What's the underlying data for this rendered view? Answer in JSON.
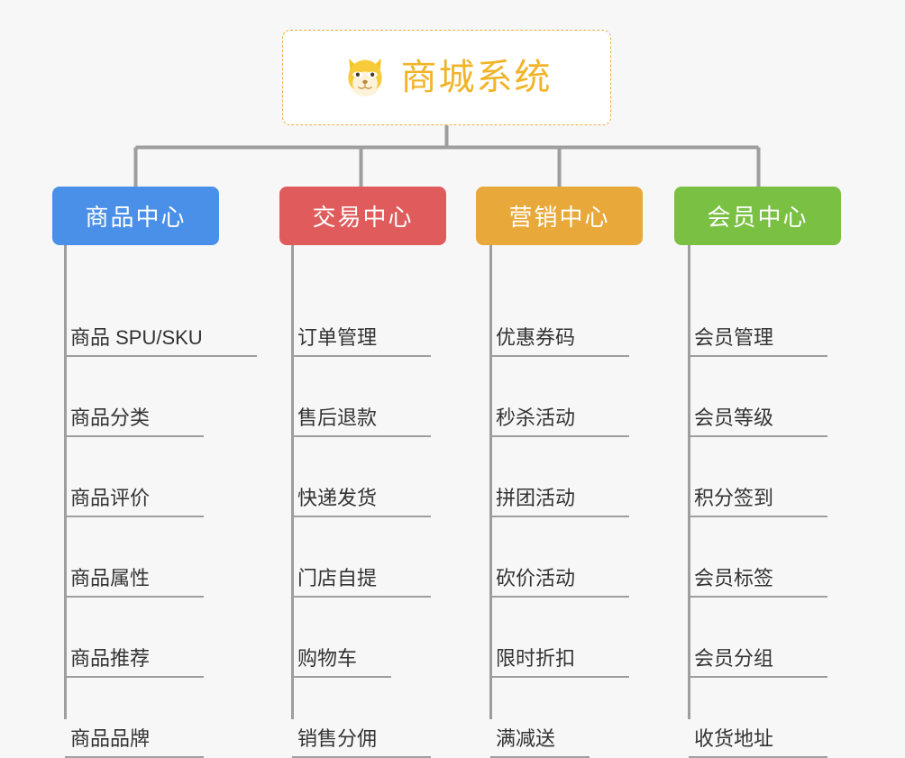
{
  "page": {
    "background_color": "#f7f7f7",
    "type": "mindmap"
  },
  "root": {
    "title": "商城系统",
    "icon": "shiba-dog-icon",
    "text_color": "#f0b429",
    "border_color": "#e8b04b",
    "background_color": "#ffffff"
  },
  "branches": [
    {
      "label": "商品中心",
      "color": "#4a90e8",
      "items": [
        "商品 SPU/SKU",
        "商品分类",
        "商品评价",
        "商品属性",
        "商品推荐",
        "商品品牌"
      ]
    },
    {
      "label": "交易中心",
      "color": "#e05c5c",
      "items": [
        "订单管理",
        "售后退款",
        "快递发货",
        "门店自提",
        "购物车",
        "销售分佣"
      ]
    },
    {
      "label": "营销中心",
      "color": "#e8a93a",
      "items": [
        "优惠券码",
        "秒杀活动",
        "拼团活动",
        "砍价活动",
        "限时折扣",
        "满减送"
      ]
    },
    {
      "label": "会员中心",
      "color": "#7ac143",
      "items": [
        "会员管理",
        "会员等级",
        "积分签到",
        "会员标签",
        "会员分组",
        "收货地址"
      ]
    }
  ],
  "connector": {
    "color": "#9e9e9e",
    "leaf_line_color": "#9e9e9e"
  }
}
